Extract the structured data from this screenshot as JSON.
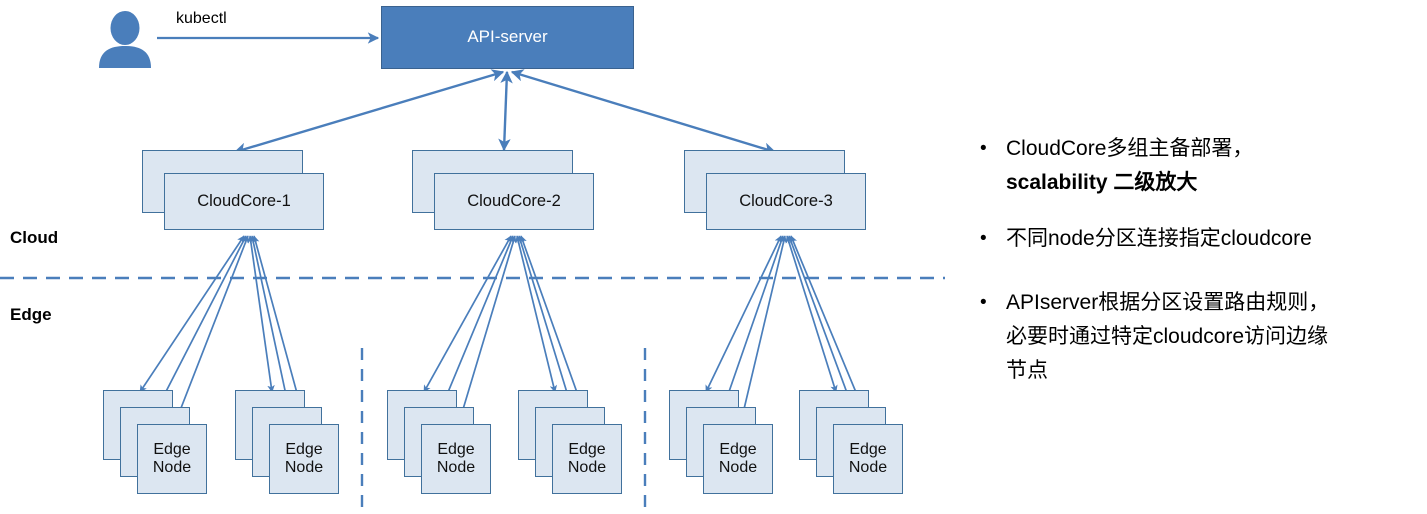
{
  "diagram": {
    "actor": {
      "icon": "user-person-icon",
      "edge_label": "kubectl"
    },
    "api_server": {
      "label": "API-server"
    },
    "cloud_cores": [
      {
        "label": "CloudCore-1"
      },
      {
        "label": "CloudCore-2"
      },
      {
        "label": "CloudCore-3"
      }
    ],
    "edge_nodes": [
      {
        "label": "Edge\nNode"
      },
      {
        "label": "Edge\nNode"
      },
      {
        "label": "Edge\nNode"
      },
      {
        "label": "Edge\nNode"
      },
      {
        "label": "Edge\nNode"
      },
      {
        "label": "Edge\nNode"
      }
    ],
    "zones": {
      "cloud": "Cloud",
      "edge": "Edge"
    },
    "colors": {
      "api_server_fill": "#4a7ebb",
      "api_server_text": "#ffffff",
      "box_fill": "#dce6f1",
      "box_border": "#41719c",
      "arrow": "#4a7ebb",
      "divider": "#4a7ebb",
      "text": "#000000"
    }
  },
  "notes": {
    "bullet_glyph": "•",
    "items": [
      {
        "line1": "CloudCore多组主备部署，",
        "line2_bold": "scalability 二级放大"
      },
      {
        "line1": "不同node分区连接指定cloudcore"
      },
      {
        "line1": "APIserver根据分区设置路由规则，",
        "line2": "必要时通过特定cloudcore访问边缘",
        "line3": "节点"
      }
    ]
  }
}
